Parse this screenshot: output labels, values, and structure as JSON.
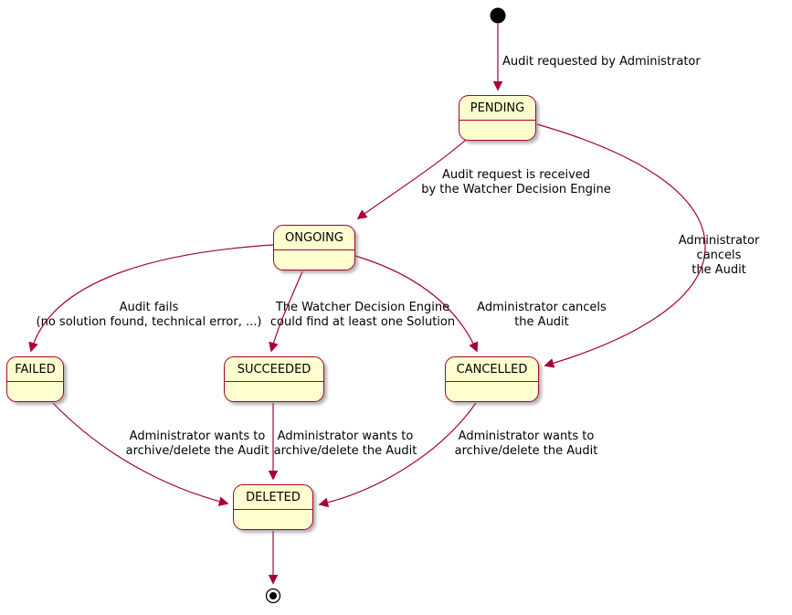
{
  "diagram": {
    "kind": "state-diagram",
    "colors": {
      "state_fill": "#FEFECE",
      "state_border": "#A80036",
      "arrow": "#A80036",
      "text": "#000000",
      "initial_state": "#000000"
    },
    "states": {
      "pending": {
        "label": "PENDING"
      },
      "ongoing": {
        "label": "ONGOING"
      },
      "failed": {
        "label": "FAILED"
      },
      "succeeded": {
        "label": "SUCCEEDED"
      },
      "cancelled": {
        "label": "CANCELLED"
      },
      "deleted": {
        "label": "DELETED"
      }
    },
    "transitions": {
      "initial_to_pending": {
        "from": "initial",
        "to": "PENDING",
        "label": "Audit requested by Administrator"
      },
      "pending_to_ongoing": {
        "from": "PENDING",
        "to": "ONGOING",
        "label": "Audit request is received\nby the Watcher Decision Engine"
      },
      "pending_to_cancelled": {
        "from": "PENDING",
        "to": "CANCELLED",
        "label": "Administrator cancels\nthe Audit"
      },
      "ongoing_to_failed": {
        "from": "ONGOING",
        "to": "FAILED",
        "label": "Audit fails\n(no solution found, technical error, ...)"
      },
      "ongoing_to_succeeded": {
        "from": "ONGOING",
        "to": "SUCCEEDED",
        "label": "The Watcher Decision Engine\ncould find at least one Solution"
      },
      "ongoing_to_cancelled": {
        "from": "ONGOING",
        "to": "CANCELLED",
        "label": "Administrator cancels\nthe Audit"
      },
      "failed_to_deleted": {
        "from": "FAILED",
        "to": "DELETED",
        "label": "Administrator wants to\narchive/delete the Audit"
      },
      "succeeded_to_deleted": {
        "from": "SUCCEEDED",
        "to": "DELETED",
        "label": "Administrator wants to\narchive/delete the Audit"
      },
      "cancelled_to_deleted": {
        "from": "CANCELLED",
        "to": "DELETED",
        "label": "Administrator wants to\narchive/delete the Audit"
      },
      "deleted_to_final": {
        "from": "DELETED",
        "to": "final",
        "label": ""
      }
    }
  }
}
